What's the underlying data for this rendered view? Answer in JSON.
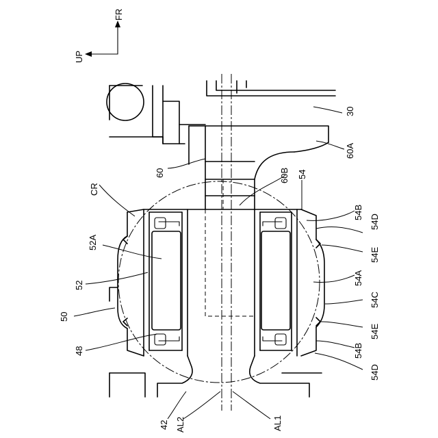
{
  "orientation": {
    "fr": "FR",
    "up": "UP"
  },
  "labels": {
    "l30": "30",
    "l60A": "60A",
    "l60": "60",
    "l60B": "60B",
    "l54": "54",
    "lCR": "CR",
    "l54B_top": "54B",
    "l54D_top": "54D",
    "l52A": "52A",
    "l54E_top": "54E",
    "l54A": "54A",
    "l52": "52",
    "l54C": "54C",
    "l50": "50",
    "l54E_bot": "54E",
    "l48": "48",
    "l54B_bot": "54B",
    "l54D_bot": "54D",
    "l42": "42",
    "lAL2": "AL2",
    "lAL1": "AL1"
  }
}
